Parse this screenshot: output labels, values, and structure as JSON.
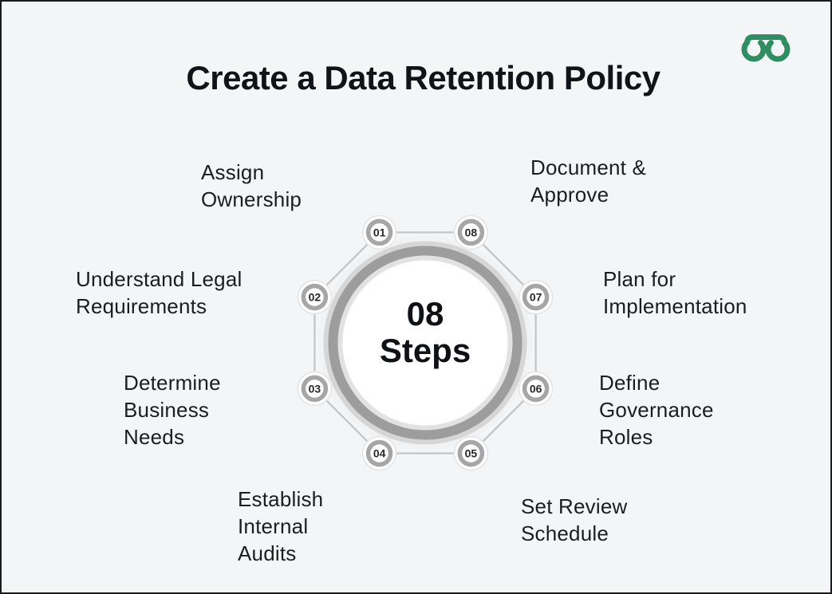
{
  "page": {
    "title": "Create a Data Retention Policy",
    "background_color": "#f4f5f6",
    "frame_border_color": "#1a1a21",
    "text_color": "#1d1d1d"
  },
  "brand": {
    "logo_name": "GeeksforGeeks",
    "logo_color": "#2f8d62"
  },
  "wheel": {
    "center_label": "08 Steps",
    "ring_color": "#9d9d9d",
    "ring_light_color": "#d6d6d6",
    "connector_color": "#c7c7c7",
    "node_ring_color": "#a6a6a6",
    "nodes": [
      {
        "number": "01",
        "label": "Assign Ownership"
      },
      {
        "number": "02",
        "label": "Understand Legal Requirements"
      },
      {
        "number": "03",
        "label": "Determine Business Needs"
      },
      {
        "number": "04",
        "label": "Establish Internal Audits"
      },
      {
        "number": "05",
        "label": "Set Review Schedule"
      },
      {
        "number": "06",
        "label": "Define Governance Roles"
      },
      {
        "number": "07",
        "label": "Plan for Implementation"
      },
      {
        "number": "08",
        "label": "Document & Approve"
      }
    ]
  }
}
